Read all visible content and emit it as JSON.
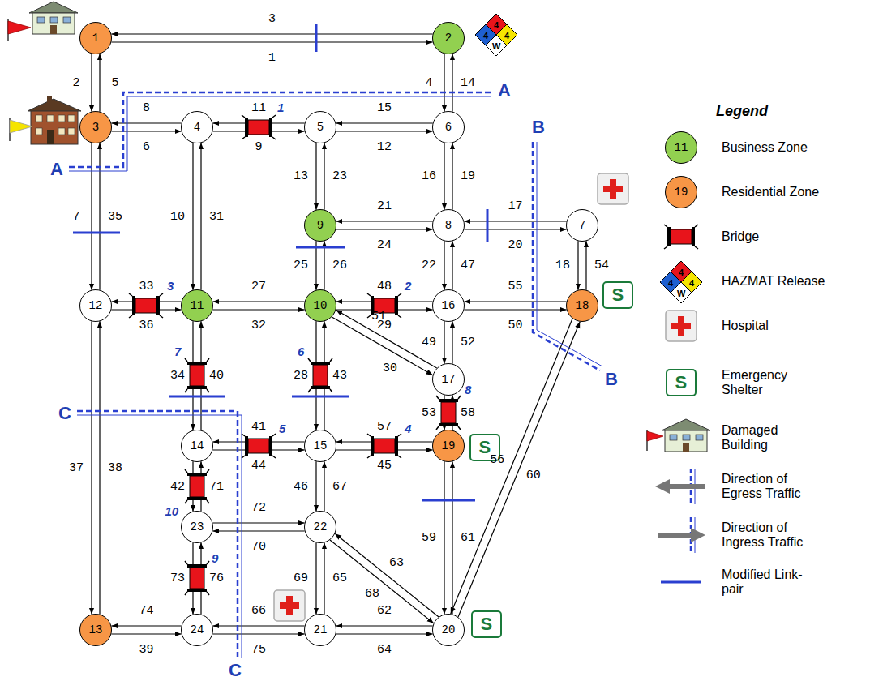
{
  "diagram": {
    "nodes": [
      {
        "text": [
          "1"
        ]
      },
      {
        "text": [
          "2"
        ]
      },
      {
        "text": [
          "3"
        ]
      },
      {
        "text": [
          "4"
        ]
      },
      {
        "text": [
          "5"
        ]
      },
      {
        "text": [
          "6"
        ]
      },
      {
        "text": [
          "7"
        ]
      },
      {
        "text": [
          "8"
        ]
      },
      {
        "text": [
          "9"
        ]
      },
      {
        "text": [
          "10"
        ]
      },
      {
        "text": [
          "11"
        ]
      },
      {
        "text": [
          "12"
        ]
      },
      {
        "text": [
          "13"
        ]
      },
      {
        "text": [
          "14"
        ]
      },
      {
        "text": [
          "15"
        ]
      },
      {
        "text": [
          "16"
        ]
      },
      {
        "text": [
          "17"
        ]
      },
      {
        "text": [
          "18"
        ]
      },
      {
        "text": [
          "19"
        ]
      },
      {
        "text": [
          "20"
        ]
      },
      {
        "text": [
          "21"
        ]
      },
      {
        "text": [
          "22"
        ]
      },
      {
        "text": [
          "23"
        ]
      },
      {
        "text": [
          "24"
        ]
      }
    ],
    "edges": [
      {
        "from": 0,
        "to": 1,
        "arrow": "to",
        "label": "1"
      },
      {
        "from": 0,
        "to": 2,
        "arrow": "to",
        "label": "2"
      },
      {
        "from": 1,
        "to": 0,
        "arrow": "to",
        "label": "3"
      },
      {
        "from": 1,
        "to": 5,
        "arrow": "to",
        "label": "4"
      },
      {
        "from": 2,
        "to": 0,
        "arrow": "to",
        "label": "5"
      },
      {
        "from": 2,
        "to": 3,
        "arrow": "to",
        "label": "6"
      },
      {
        "from": 2,
        "to": 11,
        "arrow": "to",
        "label": "7"
      },
      {
        "from": 3,
        "to": 2,
        "arrow": "to",
        "label": "8"
      },
      {
        "from": 3,
        "to": 4,
        "arrow": "to",
        "label": "9"
      },
      {
        "from": 3,
        "to": 10,
        "arrow": "to",
        "label": "10"
      },
      {
        "from": 4,
        "to": 3,
        "arrow": "to",
        "label": "11"
      },
      {
        "from": 4,
        "to": 5,
        "arrow": "to",
        "label": "12"
      },
      {
        "from": 4,
        "to": 8,
        "arrow": "to",
        "label": "13"
      },
      {
        "from": 5,
        "to": 1,
        "arrow": "to",
        "label": "14"
      },
      {
        "from": 5,
        "to": 4,
        "arrow": "to",
        "label": "15"
      },
      {
        "from": 5,
        "to": 7,
        "arrow": "to",
        "label": "16"
      },
      {
        "from": 6,
        "to": 7,
        "arrow": "to",
        "label": "17"
      },
      {
        "from": 6,
        "to": 17,
        "arrow": "to",
        "label": "18"
      },
      {
        "from": 7,
        "to": 5,
        "arrow": "to",
        "label": "19"
      },
      {
        "from": 7,
        "to": 6,
        "arrow": "to",
        "label": "20"
      },
      {
        "from": 7,
        "to": 8,
        "arrow": "to",
        "label": "21"
      },
      {
        "from": 7,
        "to": 15,
        "arrow": "to",
        "label": "22"
      },
      {
        "from": 8,
        "to": 4,
        "arrow": "to",
        "label": "23"
      },
      {
        "from": 8,
        "to": 7,
        "arrow": "to",
        "label": "24"
      },
      {
        "from": 8,
        "to": 9,
        "arrow": "to",
        "label": "25"
      },
      {
        "from": 9,
        "to": 8,
        "arrow": "to",
        "label": "26"
      },
      {
        "from": 9,
        "to": 10,
        "arrow": "to",
        "label": "27"
      },
      {
        "from": 9,
        "to": 14,
        "arrow": "to",
        "label": "28"
      },
      {
        "from": 9,
        "to": 15,
        "arrow": "to",
        "label": "29"
      },
      {
        "from": 9,
        "to": 16,
        "arrow": "to",
        "label": "30"
      },
      {
        "from": 10,
        "to": 3,
        "arrow": "to",
        "label": "31"
      },
      {
        "from": 10,
        "to": 9,
        "arrow": "to",
        "label": "32"
      },
      {
        "from": 10,
        "to": 11,
        "arrow": "to",
        "label": "33"
      },
      {
        "from": 10,
        "to": 13,
        "arrow": "to",
        "label": "34"
      },
      {
        "from": 11,
        "to": 2,
        "arrow": "to",
        "label": "35"
      },
      {
        "from": 11,
        "to": 10,
        "arrow": "to",
        "label": "36"
      },
      {
        "from": 11,
        "to": 12,
        "arrow": "to",
        "label": "37"
      },
      {
        "from": 12,
        "to": 11,
        "arrow": "to",
        "label": "38"
      },
      {
        "from": 12,
        "to": 23,
        "arrow": "to",
        "label": "39"
      },
      {
        "from": 13,
        "to": 10,
        "arrow": "to",
        "label": "40"
      },
      {
        "from": 14,
        "to": 13,
        "arrow": "to",
        "label": "41"
      },
      {
        "from": 13,
        "to": 22,
        "arrow": "to",
        "label": "42"
      },
      {
        "from": 14,
        "to": 9,
        "arrow": "to",
        "label": "43"
      },
      {
        "from": 13,
        "to": 14,
        "arrow": "to",
        "label": "44"
      },
      {
        "from": 14,
        "to": 18,
        "arrow": "to",
        "label": "45"
      },
      {
        "from": 14,
        "to": 21,
        "arrow": "to",
        "label": "46"
      },
      {
        "from": 15,
        "to": 7,
        "arrow": "to",
        "label": "47"
      },
      {
        "from": 15,
        "to": 9,
        "arrow": "to",
        "label": "48"
      },
      {
        "from": 15,
        "to": 16,
        "arrow": "to",
        "label": "49"
      },
      {
        "from": 15,
        "to": 17,
        "arrow": "to",
        "label": "50"
      },
      {
        "from": 16,
        "to": 9,
        "arrow": "to",
        "label": "51"
      },
      {
        "from": 16,
        "to": 15,
        "arrow": "to",
        "label": "52"
      },
      {
        "from": 16,
        "to": 18,
        "arrow": "to",
        "label": "53"
      },
      {
        "from": 17,
        "to": 6,
        "arrow": "to",
        "label": "54"
      },
      {
        "from": 17,
        "to": 15,
        "arrow": "to",
        "label": "55"
      },
      {
        "from": 17,
        "to": 19,
        "arrow": "to",
        "label": "56"
      },
      {
        "from": 18,
        "to": 14,
        "arrow": "to",
        "label": "57"
      },
      {
        "from": 18,
        "to": 16,
        "arrow": "to",
        "label": "58"
      },
      {
        "from": 18,
        "to": 19,
        "arrow": "to",
        "label": "59"
      },
      {
        "from": 19,
        "to": 17,
        "arrow": "to",
        "label": "60"
      },
      {
        "from": 19,
        "to": 18,
        "arrow": "to",
        "label": "61"
      },
      {
        "from": 19,
        "to": 20,
        "arrow": "to",
        "label": "62"
      },
      {
        "from": 19,
        "to": 21,
        "arrow": "to",
        "label": "63"
      },
      {
        "from": 20,
        "to": 19,
        "arrow": "to",
        "label": "64"
      },
      {
        "from": 20,
        "to": 21,
        "arrow": "to",
        "label": "65"
      },
      {
        "from": 20,
        "to": 23,
        "arrow": "to",
        "label": "66"
      },
      {
        "from": 21,
        "to": 14,
        "arrow": "to",
        "label": "67"
      },
      {
        "from": 21,
        "to": 19,
        "arrow": "to",
        "label": "68"
      },
      {
        "from": 21,
        "to": 20,
        "arrow": "to",
        "label": "69"
      },
      {
        "from": 21,
        "to": 22,
        "arrow": "to",
        "label": "70"
      },
      {
        "from": 22,
        "to": 13,
        "arrow": "to",
        "label": "71"
      },
      {
        "from": 22,
        "to": 21,
        "arrow": "to",
        "label": "72"
      },
      {
        "from": 22,
        "to": 23,
        "arrow": "to",
        "label": "73"
      },
      {
        "from": 23,
        "to": 12,
        "arrow": "to",
        "label": "74"
      },
      {
        "from": 23,
        "to": 20,
        "arrow": "to",
        "label": "75"
      },
      {
        "from": 23,
        "to": 22,
        "arrow": "to",
        "label": "76"
      }
    ],
    "labels": [
      "1",
      "2",
      "3",
      "4",
      "5",
      "6",
      "7",
      "8",
      "9",
      "10",
      "A",
      "A",
      "B",
      "B",
      "C",
      "C",
      "Legend",
      "4",
      "4",
      "4",
      "W",
      "S",
      "S",
      "S",
      "11",
      "19",
      "4",
      "4",
      "4",
      "W",
      "S"
    ],
    "legend": [
      {
        "text": "Business Zone",
        "color": "#92d050"
      },
      {
        "text": "Residential Zone",
        "color": "#f79646"
      },
      {
        "text": "Bridge"
      },
      {
        "text": "HAZMAT Release"
      },
      {
        "text": "Hospital"
      },
      {
        "text": "Emergency Shelter"
      },
      {
        "text": "Damaged Building"
      },
      {
        "text": "Direction of Egress Traffic"
      },
      {
        "text": "Direction of Ingress Traffic"
      },
      {
        "text": "Modified Link-pair"
      }
    ]
  }
}
